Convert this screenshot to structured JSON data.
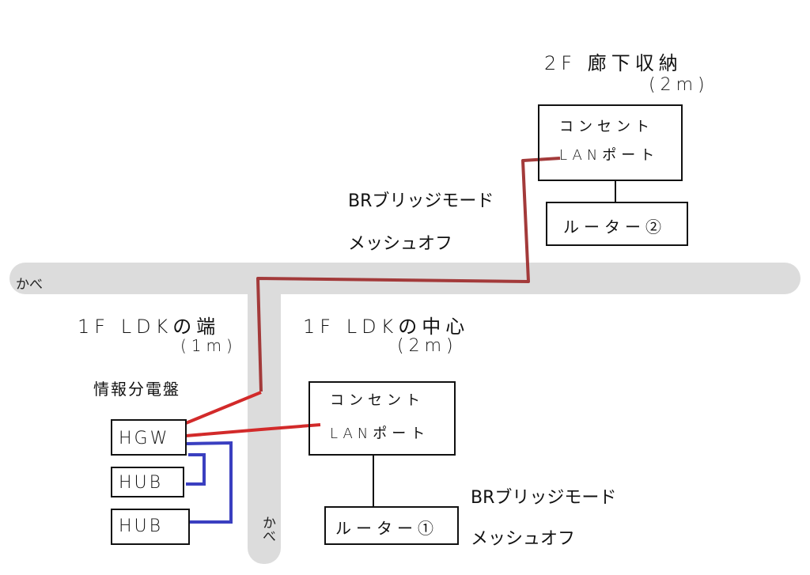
{
  "walls": {
    "horizontal_label": "かべ",
    "vertical_label": "かべ"
  },
  "floor2": {
    "location": "2F 廊下収納",
    "distance": "(2m)",
    "outlet_box": {
      "line1": "コンセント",
      "line2": "LANポート"
    },
    "router": "ルーター②",
    "settings": {
      "mode": "BRブリッジモード",
      "mesh": "メッシュオフ"
    }
  },
  "floor1_edge": {
    "location": "1F LDKの端",
    "distance": "(1m)",
    "panel": "情報分電盤",
    "devices": [
      "HGW",
      "HUB",
      "HUB"
    ]
  },
  "floor1_center": {
    "location": "1F LDKの中心",
    "distance": "(2m)",
    "outlet_box": {
      "line1": "コンセント",
      "line2": "LANポート"
    },
    "router": "ルーター①",
    "settings": {
      "mode": "BRブリッジモード",
      "mesh": "メッシュオフ"
    }
  },
  "colors": {
    "wall": "#dcdcdc",
    "cable_2f": "#a33a3a",
    "cable_1f": "#d22a2a",
    "cable_hub": "#3a3fc0"
  }
}
